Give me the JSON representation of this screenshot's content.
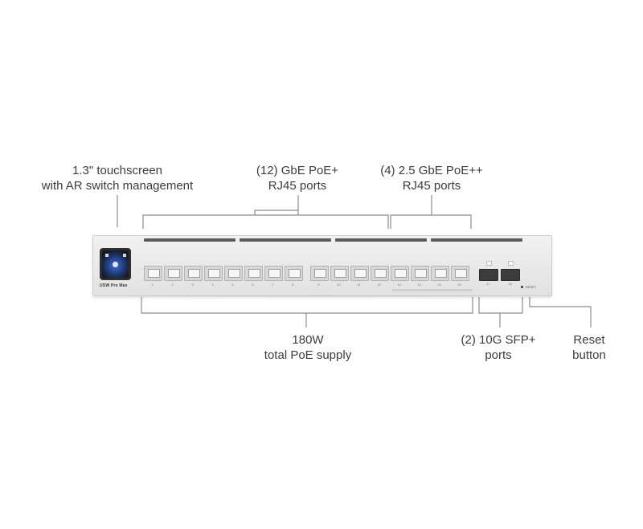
{
  "callouts": {
    "touchscreen": [
      "1.3\" touchscreen",
      "with AR switch management"
    ],
    "gbe_ports": [
      "(12) GbE PoE+",
      "RJ45 ports"
    ],
    "ports_2p5": [
      "(4) 2.5 GbE PoE++",
      "RJ45 ports"
    ],
    "poe_supply": [
      "180W",
      "total PoE supply"
    ],
    "sfp_ports": [
      "(2) 10G SFP+",
      "ports"
    ],
    "reset": [
      "Reset",
      "button"
    ]
  },
  "device": {
    "model_label": "USW Pro Max",
    "reset_label": "RESET",
    "port_labels": [
      "1",
      "2",
      "3",
      "4",
      "5",
      "6",
      "7",
      "8",
      "9",
      "10",
      "11",
      "12",
      "13",
      "14",
      "15",
      "16"
    ],
    "sfp_labels": [
      "17",
      "18"
    ]
  },
  "colors": {
    "text": "#3c3c3c",
    "leader_line": "#8c8c8c",
    "chassis": "#e8e8e8",
    "screen_accent": "#3f6fd8"
  }
}
